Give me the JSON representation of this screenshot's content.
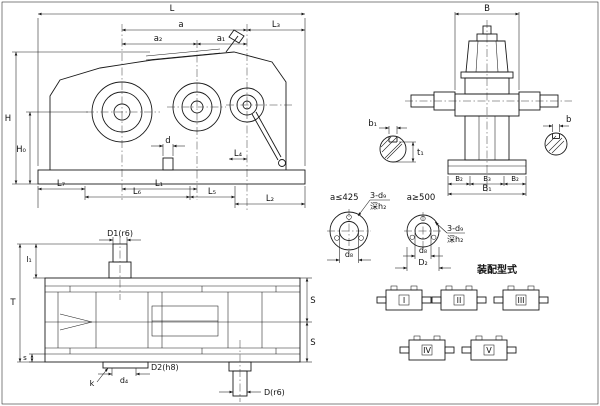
{
  "side_view": {
    "L": "L",
    "a": "a",
    "a2": "a₂",
    "a1": "a₁",
    "L3": "L₃",
    "H": "H",
    "H0": "H₀",
    "d": "d",
    "L4": "L₄",
    "L7": "L₇",
    "L1": "L₁",
    "L6": "L₆",
    "L5": "L₅",
    "L2": "L₂"
  },
  "end_view": {
    "B": "B",
    "b1": "b₁",
    "t1": "t₁",
    "b": "b",
    "B2_left": "B₂",
    "B3": "B₃",
    "B2_right": "B₂",
    "B1": "B₁"
  },
  "detail_small": {
    "caption": "a≤425",
    "note1": "3-d₉",
    "note2": "深h₂",
    "d8": "d₈"
  },
  "detail_large": {
    "caption": "a≥500",
    "note1": "3-d₉",
    "note2": "深h₂",
    "d8": "d₈",
    "D2": "D₂"
  },
  "front_view": {
    "D1": "D1(r6)",
    "l1": "l₁",
    "T": "T",
    "S_upper": "S",
    "S_lower": "S",
    "s": "s",
    "k": "k",
    "d4": "d₄",
    "D2h8": "D2(h8)",
    "D": "D(r6)"
  },
  "assembly": {
    "title": "装配型式",
    "types": [
      "I",
      "II",
      "III",
      "IV",
      "V"
    ]
  }
}
